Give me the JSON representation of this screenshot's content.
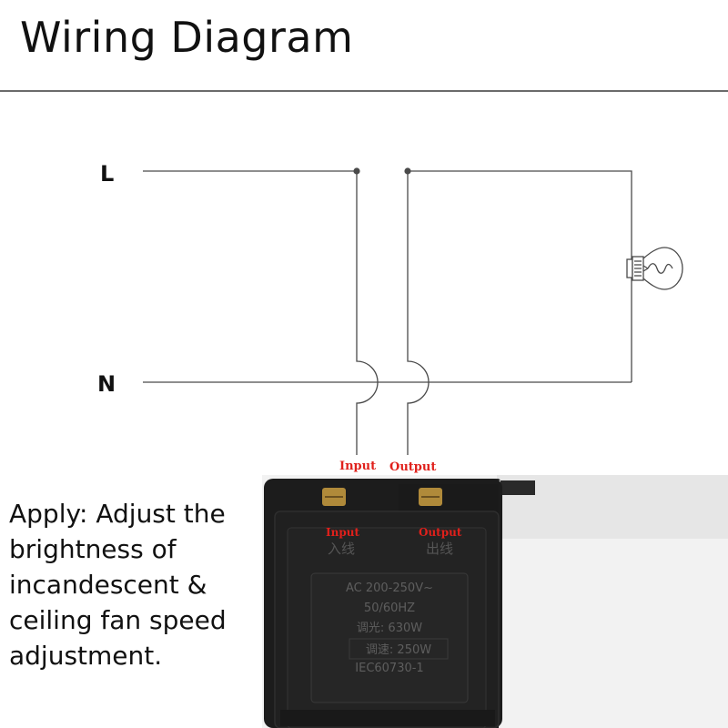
{
  "header": {
    "title": "Wiring Diagram"
  },
  "diagram": {
    "line_label": "L",
    "neutral_label": "N",
    "input_label": "Input",
    "output_label": "Output"
  },
  "description": "Apply: Adjust the brightness of incandescent & ceiling fan speed adjustment.",
  "device": {
    "tag_input": "Input",
    "tag_output": "Output",
    "cn_input": "入线",
    "cn_output": "出线",
    "spec_voltage": "AC 200-250V~",
    "spec_freq": "50/60HZ",
    "spec_dimming": "调光: 630W",
    "spec_speed": "调速: 250W",
    "spec_standard": "IEC60730-1"
  },
  "colors": {
    "wire": "#4a4a4a",
    "label_red": "#e0201b",
    "device_body": "#1c1c1c"
  }
}
